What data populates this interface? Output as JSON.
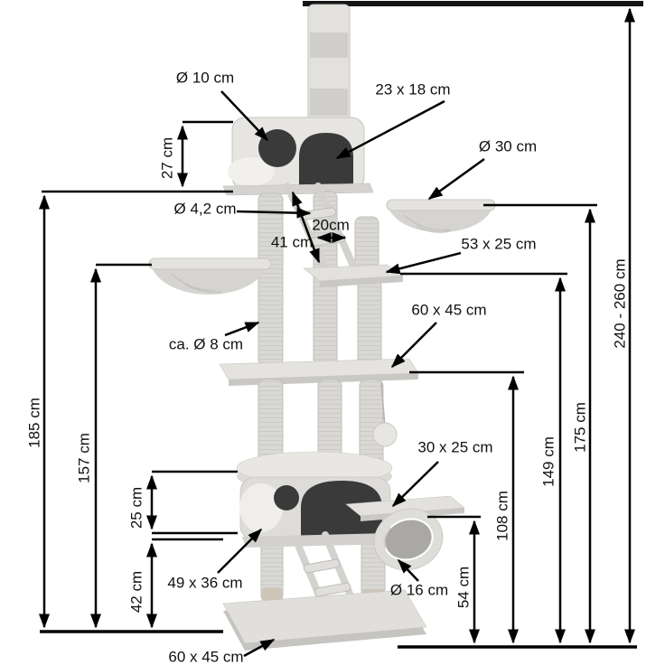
{
  "page": {
    "background": "#ffffff",
    "description": "Product dimension diagram of a floor-to-ceiling cat scratching tree"
  },
  "measurements": {
    "d10": "Ø 10 cm",
    "d23x18": "23 x 18 cm",
    "d27": "27 cm",
    "d30": "Ø 30 cm",
    "d4_2": "Ø 4,2 cm",
    "d20": "20cm",
    "d41": "41 cm",
    "d53x25": "53 x 25 cm",
    "d60x45_mid": "60 x 45 cm",
    "d8": "ca. Ø 8 cm",
    "d240_260": "240 - 260 cm",
    "d185": "185 cm",
    "d157": "157 cm",
    "d175": "175 cm",
    "d149": "149 cm",
    "d108": "108 cm",
    "d30x25": "30 x 25 cm",
    "d25": "25 cm",
    "d42": "42 cm",
    "d49x36": "49 x 36 cm",
    "d16": "Ø 16 cm",
    "d54": "54 cm",
    "d60x45_base": "60 x 45 cm"
  },
  "colors": {
    "line": "#000000",
    "text": "#111111",
    "plush_light": "#e7e6e3",
    "plush_mid": "#d9d8d4",
    "plush_shadow": "#c7c6c3",
    "opening_dark": "#3a3a3a",
    "cap_tan": "#cdc5b8",
    "background": "#ffffff"
  }
}
